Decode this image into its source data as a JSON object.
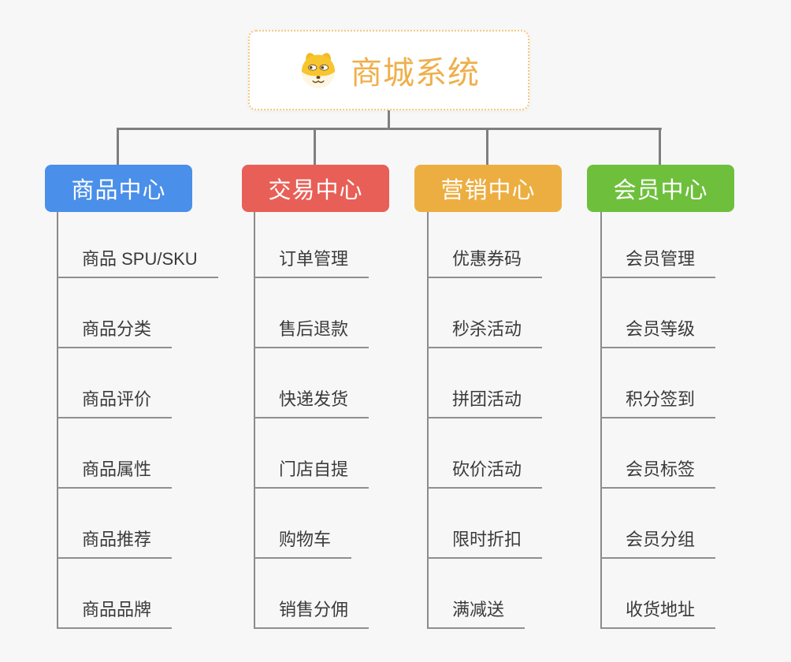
{
  "root": {
    "title": "商城系统",
    "icon": "doge-icon",
    "accent_color": "#efaf4b",
    "border_color": "#f6c87c"
  },
  "connector_color": "#7f7f7f",
  "background_color": "#f7f7f7",
  "branches": [
    {
      "label": "商品中心",
      "color": "#4a8fe9",
      "items": [
        "商品 SPU/SKU",
        "商品分类",
        "商品评价",
        "商品属性",
        "商品推荐",
        "商品品牌"
      ]
    },
    {
      "label": "交易中心",
      "color": "#e85f57",
      "items": [
        "订单管理",
        "售后退款",
        "快递发货",
        "门店自提",
        "购物车",
        "销售分佣"
      ]
    },
    {
      "label": "营销中心",
      "color": "#edae41",
      "items": [
        "优惠券码",
        "秒杀活动",
        "拼团活动",
        "砍价活动",
        "限时折扣",
        "满减送"
      ]
    },
    {
      "label": "会员中心",
      "color": "#6ec03c",
      "items": [
        "会员管理",
        "会员等级",
        "积分签到",
        "会员标签",
        "会员分组",
        "收货地址"
      ]
    }
  ]
}
